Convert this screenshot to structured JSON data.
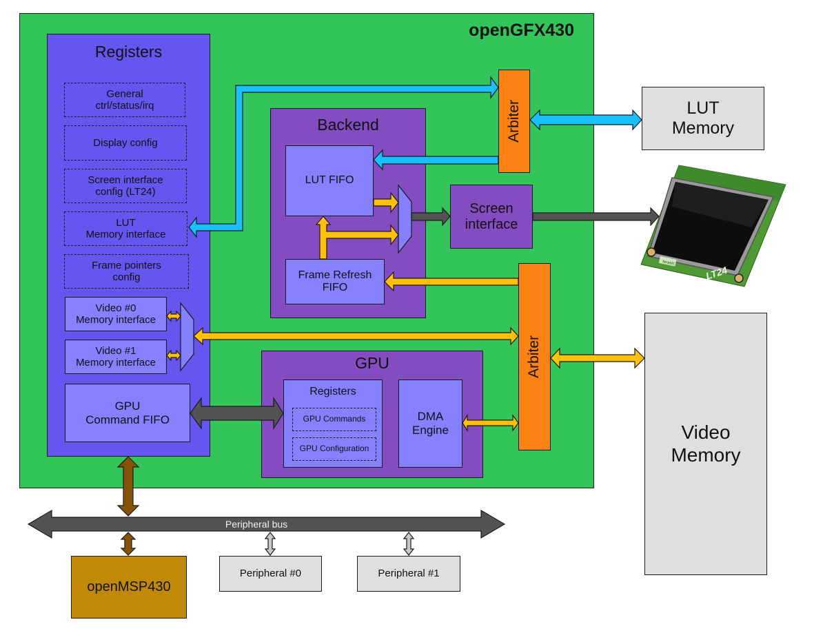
{
  "top": {
    "title": "openGFX430",
    "registers": {
      "title": "Registers",
      "items": [
        "General\nctrl/status/irq",
        "Display config",
        "Screen interface\nconfig (LT24)",
        "LUT\nMemory interface",
        "Frame pointers\nconfig"
      ],
      "video0": "Video #0\nMemory interface",
      "video1": "Video #1\nMemory interface",
      "cmd_fifo": "GPU\nCommand FIFO"
    },
    "backend": {
      "title": "Backend",
      "lut_fifo": "LUT FIFO",
      "frame_fifo": "Frame Refresh\nFIFO"
    },
    "screen_interface": "Screen\ninterface",
    "arbiter_lut": "Arbiter",
    "arbiter_video": "Arbiter",
    "gpu": {
      "title": "GPU",
      "registers_title": "Registers",
      "reg_items": [
        "GPU Commands",
        "GPU Configuration"
      ],
      "dma": "DMA\nEngine"
    }
  },
  "external": {
    "lut_memory": "LUT\nMemory",
    "video_memory": "Video\nMemory",
    "lcd_label": "LT24",
    "lcd_brand": "terasic"
  },
  "bus": {
    "label": "Peripheral bus",
    "cpu": "openMSP430",
    "peripherals": [
      "Peripheral #0",
      "Peripheral #1"
    ]
  },
  "colors": {
    "top_block": "#33c45a",
    "registers": "#6556f0",
    "sub_block": "#834cc0",
    "inner_block": "#8580fe",
    "arbiter": "#fb8213",
    "memory": "#dfdfdf",
    "cpu": "#c08a08",
    "lut_bus": "#17c0ff",
    "video_bus": "#ffc00a",
    "data_bus": "#535353",
    "cpu_bus": "#845208"
  }
}
